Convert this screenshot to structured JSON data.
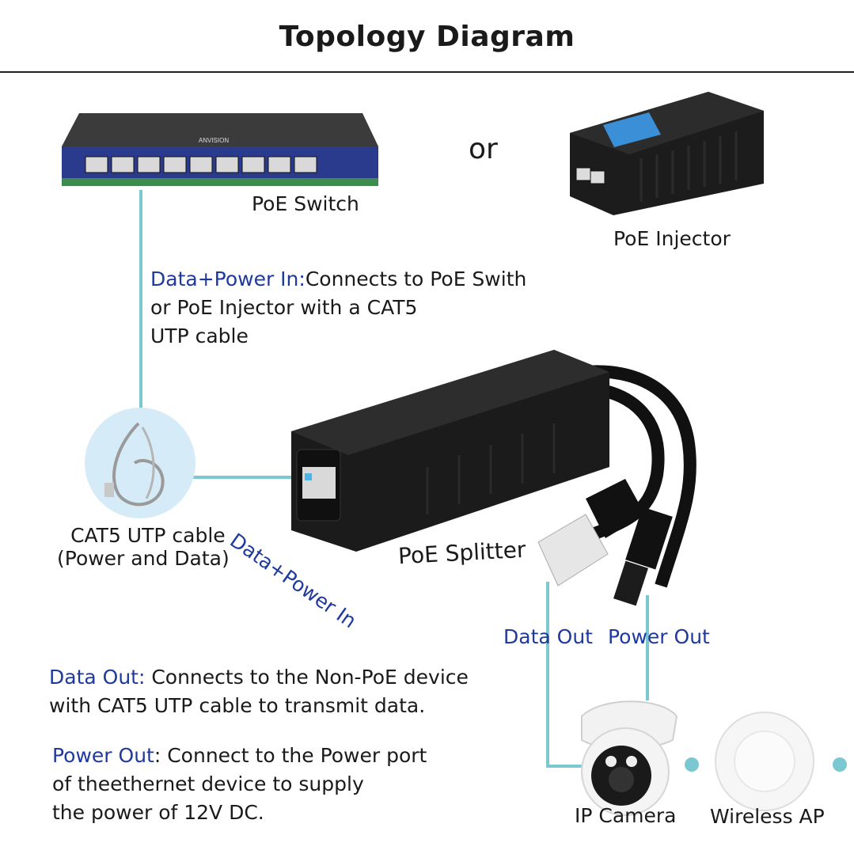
{
  "title": "Topology Diagram",
  "connector_word": "or",
  "devices": {
    "switch": {
      "label": "PoE Switch",
      "brand": "ANVISION"
    },
    "injector": {
      "label": "PoE Injector"
    },
    "cable": {
      "label_line1": "CAT5 UTP cable",
      "label_line2": "(Power and Data)"
    },
    "splitter": {
      "label": "PoE Splitter"
    },
    "camera": {
      "label": "IP Camera"
    },
    "wireless_ap": {
      "label": "Wireless AP"
    }
  },
  "port_labels": {
    "data_power_in": "Data+Power In",
    "data_out": "Data Out",
    "power_out": "Power Out"
  },
  "descriptions": {
    "data_power_in": {
      "key": "Data+Power In:",
      "line1": "Connects to PoE Swith",
      "line2": "or PoE Injector with a CAT5",
      "line3": "UTP cable"
    },
    "data_out": {
      "key": "Data Out:",
      "line1": " Connects to the Non-PoE device",
      "line2": "with CAT5 UTP cable to transmit data."
    },
    "power_out": {
      "key": "Power Out",
      "line1": ": Connect to the Power port",
      "line2": "of theethernet device to supply",
      "line3": "the power of 12V DC."
    }
  },
  "colors": {
    "connector_line": "#7cc8d0",
    "key_text": "#1f3a9e",
    "device_body": "#1b1b1b",
    "switch_panel": "#2a3a8c"
  }
}
